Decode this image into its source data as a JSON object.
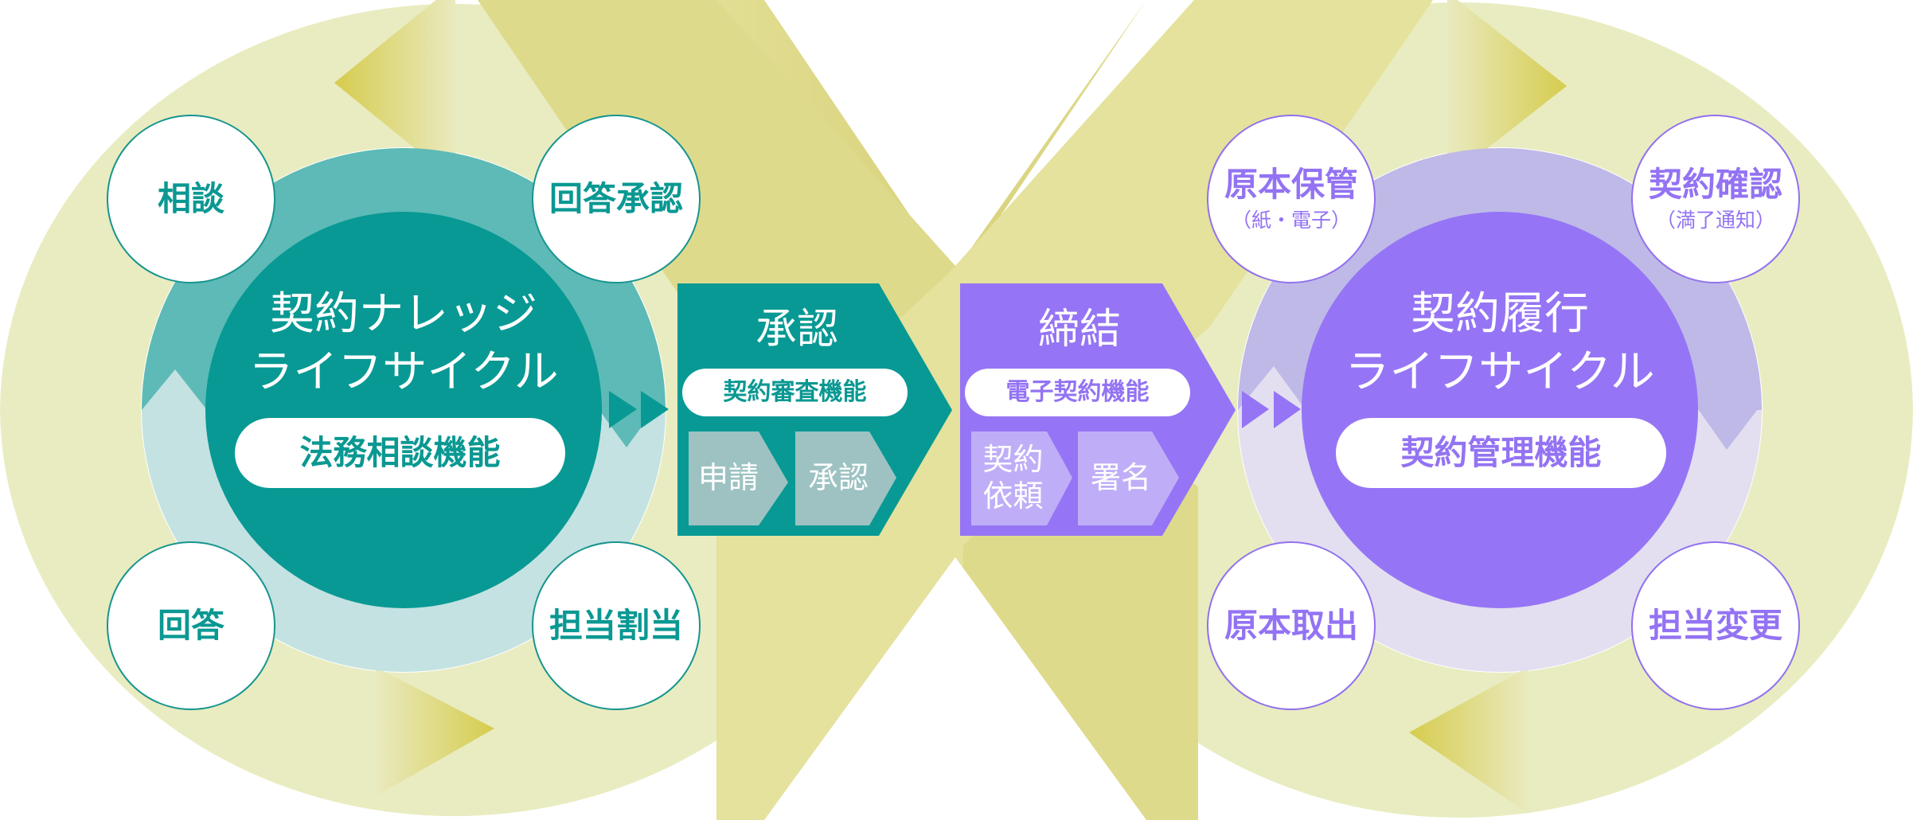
{
  "colors": {
    "band": "#E9ECC0",
    "band_dark": "#D6CC56",
    "teal": "#089994",
    "teal_ring_upper": "#5DBAB6",
    "teal_ring_lower": "#C4E2E2",
    "teal_step": "#9EC2C2",
    "purple": "#9575F5",
    "purple_ring_upper": "#BFB9E8",
    "purple_ring_lower": "#E3DFF0",
    "purple_step": "#BFAEF7"
  },
  "left_cycle": {
    "title_line1": "契約ナレッジ",
    "title_line2": "ライフサイクル",
    "feature": "法務相談機能",
    "nodes": [
      {
        "label": "相談"
      },
      {
        "label": "回答承認"
      },
      {
        "label": "回答"
      },
      {
        "label": "担当割当"
      }
    ]
  },
  "approval_stage": {
    "title": "承認",
    "feature": "契約審査機能",
    "steps": [
      {
        "label": "申請"
      },
      {
        "label": "承認"
      }
    ]
  },
  "signing_stage": {
    "title": "締結",
    "feature": "電子契約機能",
    "steps": [
      {
        "label_line1": "契約",
        "label_line2": "依頼"
      },
      {
        "label_line1": "署名",
        "label_line2": ""
      }
    ]
  },
  "right_cycle": {
    "title_line1": "契約履行",
    "title_line2": "ライフサイクル",
    "feature": "契約管理機能",
    "nodes": [
      {
        "label": "原本保管",
        "sub": "（紙・電子）"
      },
      {
        "label": "契約確認",
        "sub": "（満了通知）"
      },
      {
        "label": "原本取出",
        "sub": ""
      },
      {
        "label": "担当変更",
        "sub": ""
      }
    ]
  }
}
